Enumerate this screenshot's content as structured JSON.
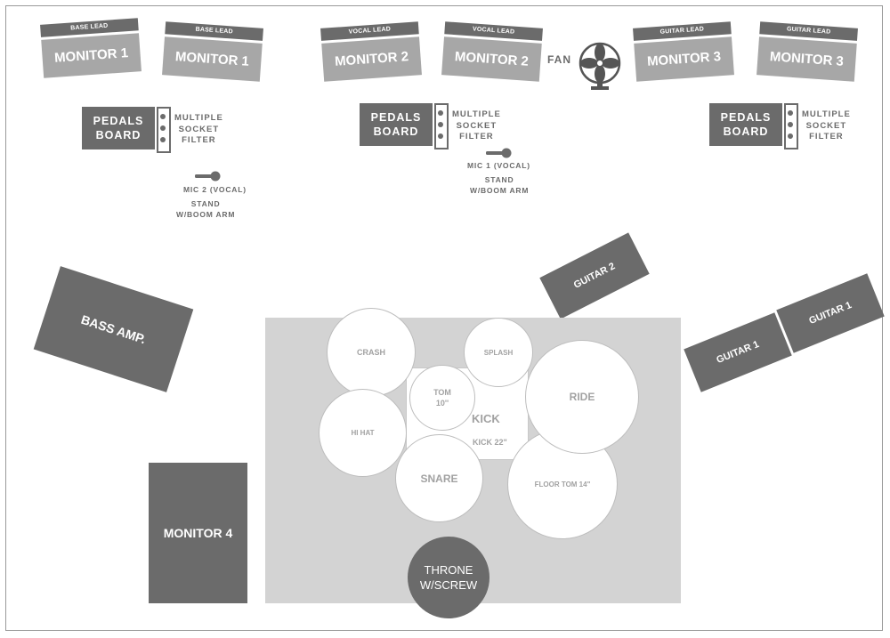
{
  "monitors": [
    {
      "lead": "BASE LEAD",
      "name": "MONITOR 1"
    },
    {
      "lead": "BASE LEAD",
      "name": "MONITOR 1"
    },
    {
      "lead": "VOCAL LEAD",
      "name": "MONITOR 2"
    },
    {
      "lead": "VOCAL LEAD",
      "name": "MONITOR 2"
    },
    {
      "lead": "GUITAR LEAD",
      "name": "MONITOR 3"
    },
    {
      "lead": "GUITAR LEAD",
      "name": "MONITOR 3"
    }
  ],
  "fan": {
    "label": "FAN"
  },
  "pedals": [
    {
      "label": "PEDALS\nBOARD",
      "filter": "MULTIPLE\nSOCKET\nFILTER"
    },
    {
      "label": "PEDALS\nBOARD",
      "filter": "MULTIPLE\nSOCKET\nFILTER"
    },
    {
      "label": "PEDALS\nBOARD",
      "filter": "MULTIPLE\nSOCKET\nFILTER"
    }
  ],
  "mics": [
    {
      "label": "MIC 2 (VOCAL)",
      "stand": "STAND\nW/BOOM ARM"
    },
    {
      "label": "MIC 1 (VOCAL)",
      "stand": "STAND\nW/BOOM ARM"
    }
  ],
  "amps": {
    "bass": "BASS AMP.",
    "guitar2": "GUITAR 2",
    "guitar1a": "GUITAR 1",
    "guitar1b": "GUITAR 1",
    "monitor4": "MONITOR 4"
  },
  "drums": {
    "crash": "CRASH",
    "splash": "SPLASH",
    "tom": "TOM\n10''",
    "kick": "KICK",
    "kick_size": "KICK 22\"",
    "ride": "RIDE",
    "hihat": "HI HAT",
    "snare": "SNARE",
    "floor_tom": "FLOOR TOM 14\"",
    "throne": "THRONE\nW/SCREW"
  },
  "colors": {
    "dark": "#6b6b6b",
    "light": "#a7a7a7",
    "riser": "#d3d3d3"
  }
}
